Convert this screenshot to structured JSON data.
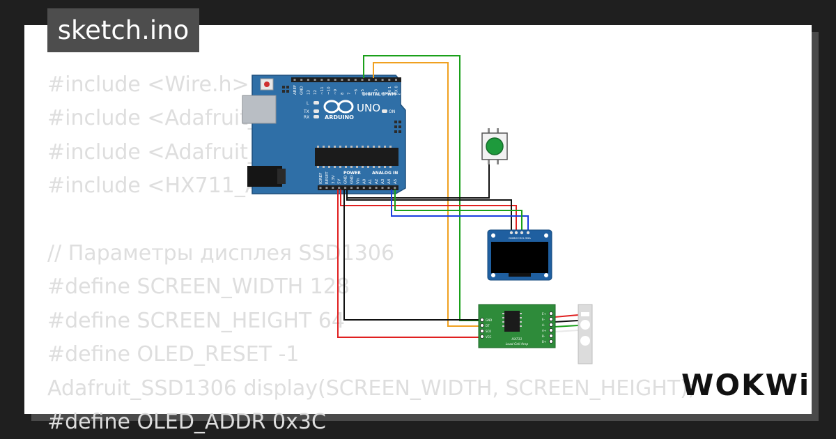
{
  "title": "sketch.ino",
  "code_lines": [
    "#include <Wire.h>",
    "#include <Adafruit_",
    "#include <Adafruit_",
    "#include <HX711_ADC.h>",
    "",
    "// Параметры дисплея SSD1306",
    "#define SCREEN_WIDTH 128",
    "#define SCREEN_HEIGHT 64",
    "#define OLED_RESET -1",
    "Adafruit_SSD1306 display(SCREEN_WIDTH, SCREEN_HEIGHT);",
    "#define OLED_ADDR 0x3C"
  ],
  "arduino": {
    "name": "UNO",
    "brand": "ARDUINO",
    "digital_label": "DIGITAL (PWM ~)",
    "power_label": "POWER",
    "analog_label": "ANALOG IN",
    "on_label": "ON",
    "l_label": "L",
    "tx_label": "TX",
    "rx_label": "RX",
    "top_pins": [
      "AREF",
      "GND",
      "13",
      "12",
      "~11",
      "~10",
      "~9",
      "8",
      "7",
      "~6",
      "~5",
      "4",
      "~3",
      "2",
      "TX 1",
      "RX 0"
    ],
    "bottom_pins": [
      "IOREF",
      "RESET",
      "3.3V",
      "5V",
      "GND",
      "GND",
      "Vin",
      "A0",
      "A1",
      "A2",
      "A3",
      "A4",
      "A5"
    ],
    "board_color": "#2f6fa7"
  },
  "oled": {
    "pins": [
      "GND",
      "VCC",
      "SCL",
      "SDA"
    ],
    "board_color": "#1f5fa0"
  },
  "hx711": {
    "title": "HX711",
    "subtitle": "Load Cell Amp",
    "left_pins": [
      "GND",
      "DT",
      "SCK",
      "VCC"
    ],
    "right_pins": [
      "E+",
      "E-",
      "A-",
      "A+",
      "B-",
      "B+"
    ],
    "board_color": "#2e8b3a"
  },
  "button": {
    "color": "#1e9a3c"
  },
  "wires": {
    "red": "#e02020",
    "black": "#111111",
    "green": "#1aa01a",
    "blue": "#1a3ee0",
    "orange": "#f0a020"
  },
  "logo": "WOKWi"
}
